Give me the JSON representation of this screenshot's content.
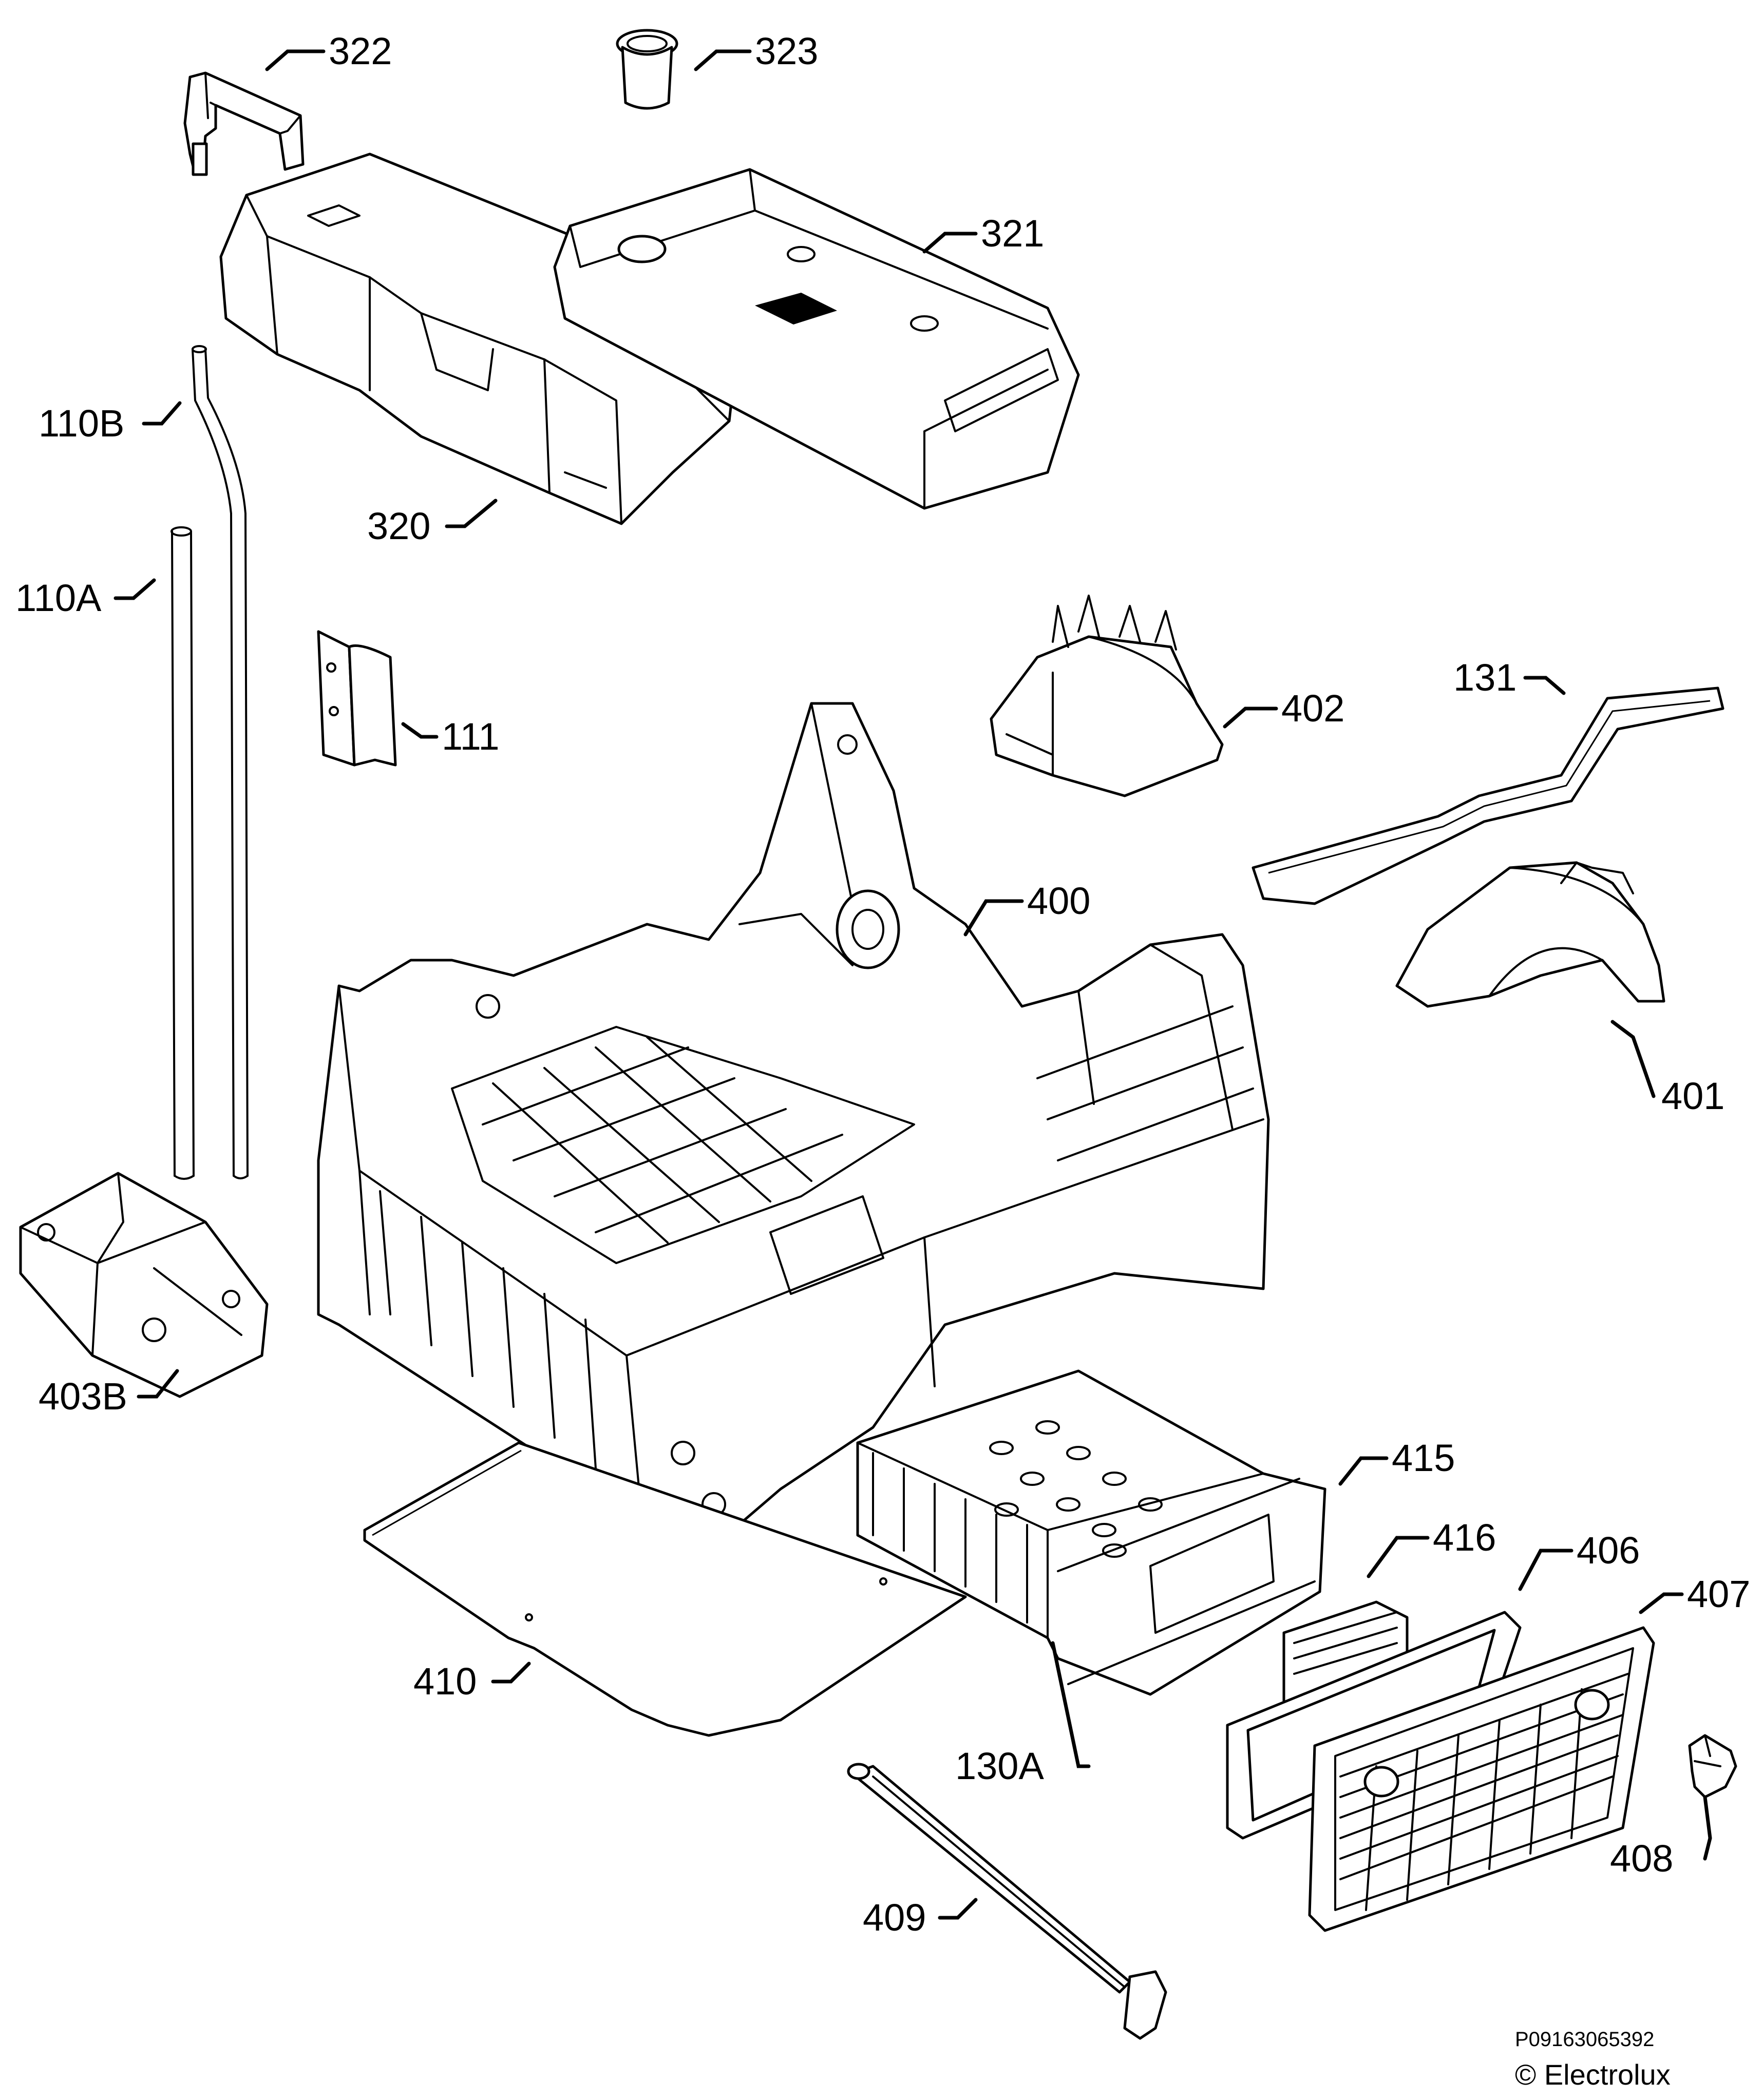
{
  "callouts": {
    "p322": "322",
    "p323": "323",
    "p321": "321",
    "p110B": "110B",
    "p320": "320",
    "p110A": "110A",
    "p111": "111",
    "p402": "402",
    "p131": "131",
    "p400": "400",
    "p401": "401",
    "p403B": "403B",
    "p415": "415",
    "p416": "416",
    "p406": "406",
    "p407": "407",
    "p410": "410",
    "p130A": "130A",
    "p408": "408",
    "p409": "409"
  },
  "footer": {
    "code": "P09163065392",
    "copyright": "© Electrolux"
  }
}
